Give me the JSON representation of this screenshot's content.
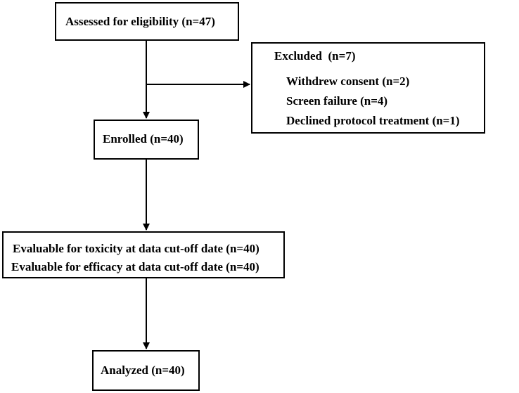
{
  "diagram": {
    "assessed": "Assessed for eligibility (n=47)",
    "excluded": {
      "title": "Excluded  (n=7)",
      "reasons": [
        "Withdrew consent (n=2)",
        "Screen failure (n=4)",
        "Declined protocol treatment (n=1)"
      ]
    },
    "enrolled": "Enrolled (n=40)",
    "evaluable": [
      "Evaluable for toxicity at data cut-off date (n=40)",
      "Evaluable for efficacy at data cut-off date (n=40)"
    ],
    "analyzed": "Analyzed (n=40)"
  }
}
